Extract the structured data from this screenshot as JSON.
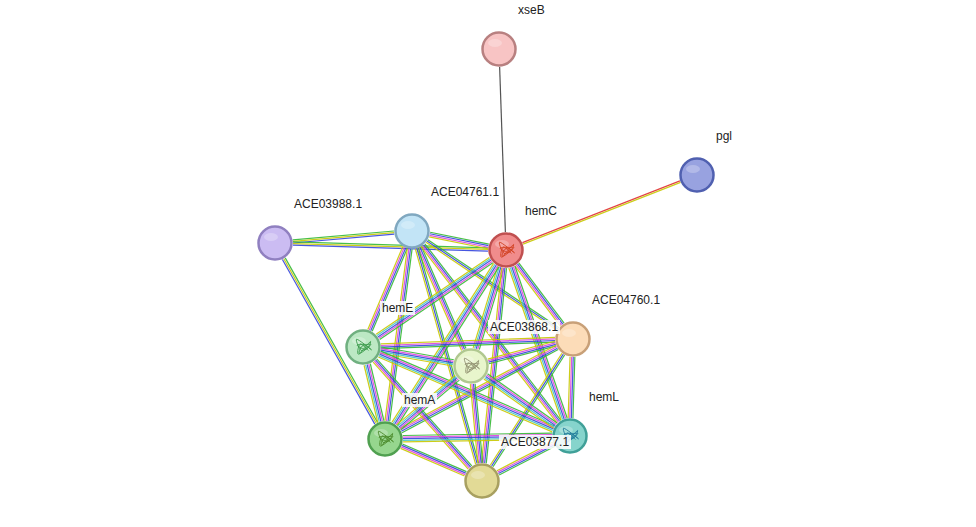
{
  "diagram": {
    "nodes": [
      {
        "text": [
          "xseB"
        ]
      },
      {
        "text": [
          "pgl"
        ]
      },
      {
        "text": [
          "ACE04761.1"
        ]
      },
      {
        "text": [
          "ACE03988.1"
        ]
      },
      {
        "text": [
          "hemC"
        ]
      },
      {
        "text": [
          "ACE04760.1"
        ]
      },
      {
        "text": [
          "hemE"
        ]
      },
      {
        "text": [
          "ACE03868.1"
        ]
      },
      {
        "text": [
          "hemA"
        ]
      },
      {
        "text": [
          "hemL"
        ]
      },
      {
        "text": [
          "ACE03877.1"
        ]
      }
    ],
    "edges": [
      {
        "from": 0,
        "to": 4,
        "arrow": "none"
      },
      {
        "from": 4,
        "to": 1,
        "arrow": "none"
      },
      {
        "from": 3,
        "to": 2,
        "arrow": "none"
      },
      {
        "from": 3,
        "to": 4,
        "arrow": "none"
      },
      {
        "from": 3,
        "to": 8,
        "arrow": "none"
      },
      {
        "from": 2,
        "to": 4,
        "arrow": "none"
      },
      {
        "from": 2,
        "to": 5,
        "arrow": "none"
      },
      {
        "from": 2,
        "to": 6,
        "arrow": "none"
      },
      {
        "from": 2,
        "to": 7,
        "arrow": "none"
      },
      {
        "from": 2,
        "to": 8,
        "arrow": "none"
      },
      {
        "from": 2,
        "to": 9,
        "arrow": "none"
      },
      {
        "from": 2,
        "to": 10,
        "arrow": "none"
      },
      {
        "from": 4,
        "to": 5,
        "arrow": "none"
      },
      {
        "from": 4,
        "to": 6,
        "arrow": "none"
      },
      {
        "from": 4,
        "to": 7,
        "arrow": "none"
      },
      {
        "from": 4,
        "to": 8,
        "arrow": "none"
      },
      {
        "from": 4,
        "to": 9,
        "arrow": "none"
      },
      {
        "from": 4,
        "to": 10,
        "arrow": "none"
      },
      {
        "from": 5,
        "to": 6,
        "arrow": "none"
      },
      {
        "from": 5,
        "to": 7,
        "arrow": "none"
      },
      {
        "from": 5,
        "to": 8,
        "arrow": "none"
      },
      {
        "from": 5,
        "to": 9,
        "arrow": "none"
      },
      {
        "from": 5,
        "to": 10,
        "arrow": "none"
      },
      {
        "from": 6,
        "to": 7,
        "arrow": "none"
      },
      {
        "from": 6,
        "to": 8,
        "arrow": "none"
      },
      {
        "from": 6,
        "to": 9,
        "arrow": "none"
      },
      {
        "from": 6,
        "to": 10,
        "arrow": "none"
      },
      {
        "from": 7,
        "to": 8,
        "arrow": "none"
      },
      {
        "from": 7,
        "to": 9,
        "arrow": "none"
      },
      {
        "from": 7,
        "to": 10,
        "arrow": "none"
      },
      {
        "from": 8,
        "to": 9,
        "arrow": "none"
      },
      {
        "from": 8,
        "to": 10,
        "arrow": "none"
      },
      {
        "from": 9,
        "to": 10,
        "arrow": "none"
      }
    ]
  }
}
